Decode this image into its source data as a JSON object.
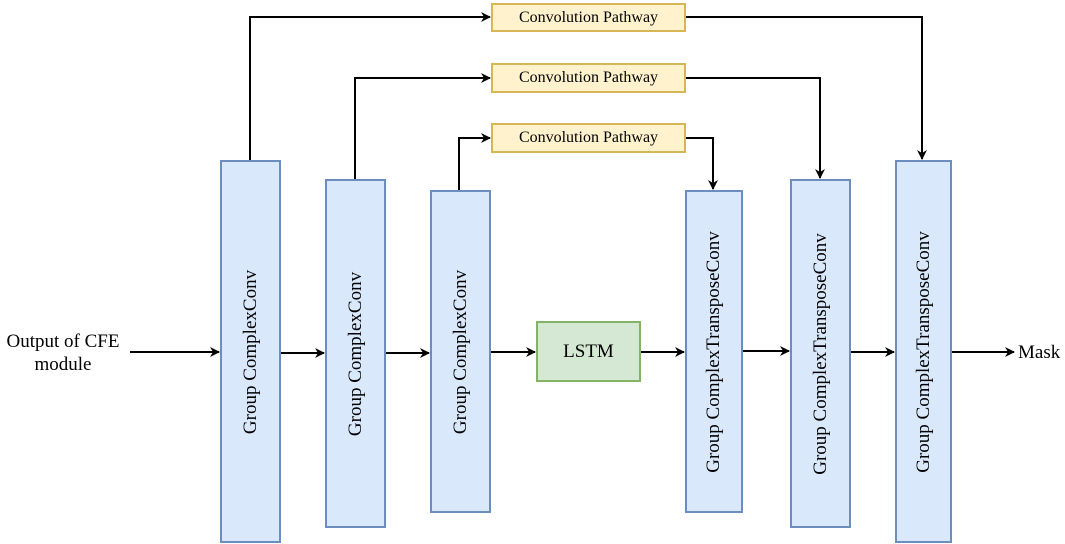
{
  "input_label_line1": "Output of CFE",
  "input_label_line2": "module",
  "output_label": "Mask",
  "encoders": [
    {
      "label": "Group ComplexConv"
    },
    {
      "label": "Group ComplexConv"
    },
    {
      "label": "Group ComplexConv"
    }
  ],
  "lstm_label": "LSTM",
  "decoders": [
    {
      "label": "Group ComplexTransposeConv"
    },
    {
      "label": "Group ComplexTransposeConv"
    },
    {
      "label": "Group ComplexTransposeConv"
    }
  ],
  "pathways": [
    {
      "label": "Convolution Pathway"
    },
    {
      "label": "Convolution Pathway"
    },
    {
      "label": "Convolution Pathway"
    }
  ],
  "colors": {
    "encoder_fill": "#dae8fc",
    "encoder_stroke": "#6c8ebf",
    "lstm_fill": "#d5e8d4",
    "lstm_stroke": "#82b366",
    "pathway_fill": "#fff2cc",
    "pathway_stroke": "#d6b656"
  }
}
